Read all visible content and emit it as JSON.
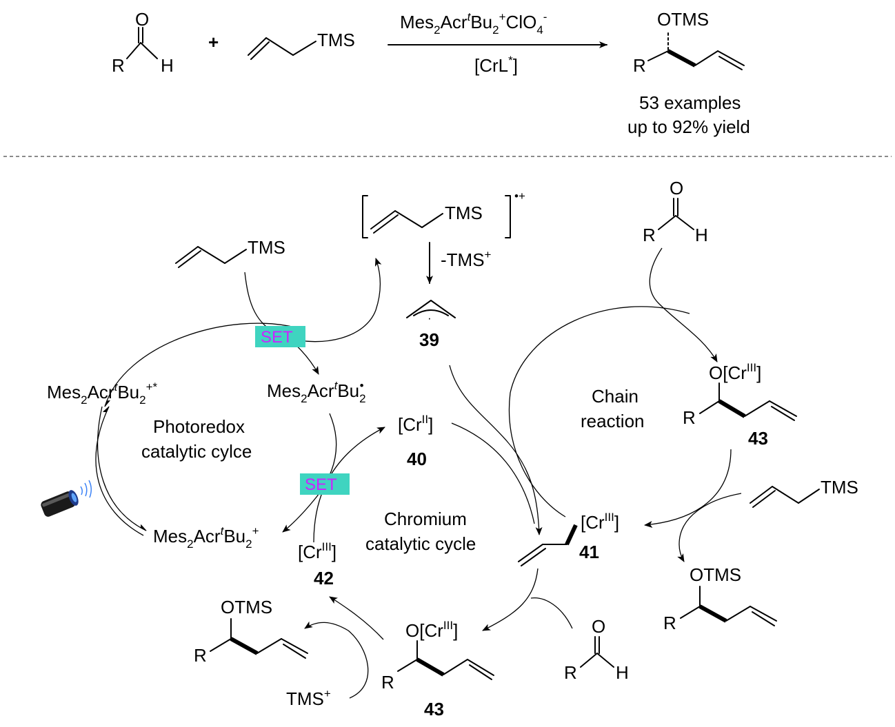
{
  "reaction": {
    "reagent_top_main": "Mes",
    "reagent_top_sub1": "2",
    "reagent_top_acr": "Acr",
    "reagent_top_t": "t",
    "reagent_top_bu": "Bu",
    "reagent_top_sub2": "2",
    "reagent_top_plus": "+",
    "reagent_top_clo": "ClO",
    "reagent_top_sub3": "4",
    "reagent_top_minus": "-",
    "reagent_bottom": "[CrL",
    "reagent_bottom_star": "*",
    "reagent_bottom_close": "]",
    "plus_sign": "+",
    "examples": "53 examples",
    "yield": "up to 92% yield"
  },
  "labels": {
    "O": "O",
    "R": "R",
    "H": "H",
    "TMS": "TMS",
    "OTMS": "OTMS",
    "minus_tms": "-TMS",
    "plus": "+",
    "radical_cation": "•+",
    "dot": "·",
    "set": "SET",
    "cr": "[Cr",
    "cr_ii": "II",
    "cr_iii": "III",
    "close_bracket": "]",
    "o_cr": "O[Cr",
    "tms_plus": "TMS",
    "mes": "Mes",
    "acr": "Acr",
    "t": "t",
    "bu": "Bu",
    "two": "2",
    "star": "+*",
    "radical_dot": "•"
  },
  "compounds": {
    "c39": "39",
    "c40": "40",
    "c41": "41",
    "c42": "42",
    "c43a": "43",
    "c43b": "43"
  },
  "cycles": {
    "photoredox_1": "Photoredox",
    "photoredox_2": "catalytic cylce",
    "chromium_1": "Chromium",
    "chromium_2": "catalytic cycle",
    "chain_1": "Chain",
    "chain_2": "reaction"
  },
  "icons": [
    "light-source-icon"
  ]
}
